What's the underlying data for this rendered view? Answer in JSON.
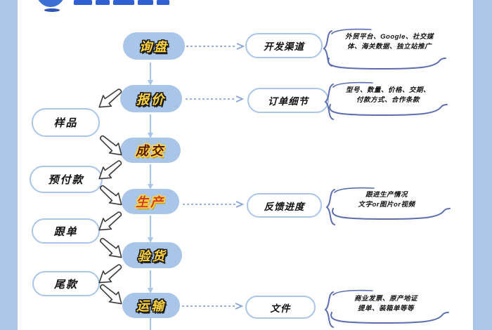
{
  "colors": {
    "pill_blue": "#a9c5e8",
    "connector_blue": "#a9c5e8",
    "dashed_arrow_blue": "#8ca6d6",
    "bubble_stroke_blue": "#5b6db0",
    "art_text_yellow": "#ffd23e",
    "side_bar_blue": "#adc6e8",
    "logo_blue": "#3b6fd4"
  },
  "flow": {
    "main_nodes": [
      {
        "label": "询盘"
      },
      {
        "label": "报价"
      },
      {
        "label": "成交"
      },
      {
        "label": "生产"
      },
      {
        "label": "验货"
      },
      {
        "label": "运输"
      }
    ],
    "left_nodes": [
      {
        "label": "样品"
      },
      {
        "label": "预付款"
      },
      {
        "label": "跟单"
      },
      {
        "label": "尾款"
      }
    ],
    "right_nodes": [
      {
        "label": "开发渠道",
        "lines": [
          "外贸平台、Google、社交媒",
          "体、海关数据、独立站推广"
        ]
      },
      {
        "label": "订单细节",
        "lines": [
          "型号、数量、价格、交期、",
          "付款方式、合作条款"
        ]
      },
      {
        "label": "反馈进度",
        "lines": [
          "跟进生产情况",
          "文字or图片or视频"
        ]
      },
      {
        "label": "文件",
        "lines": [
          "商业发票、原产地证",
          "提单、装箱单等等"
        ]
      }
    ]
  }
}
